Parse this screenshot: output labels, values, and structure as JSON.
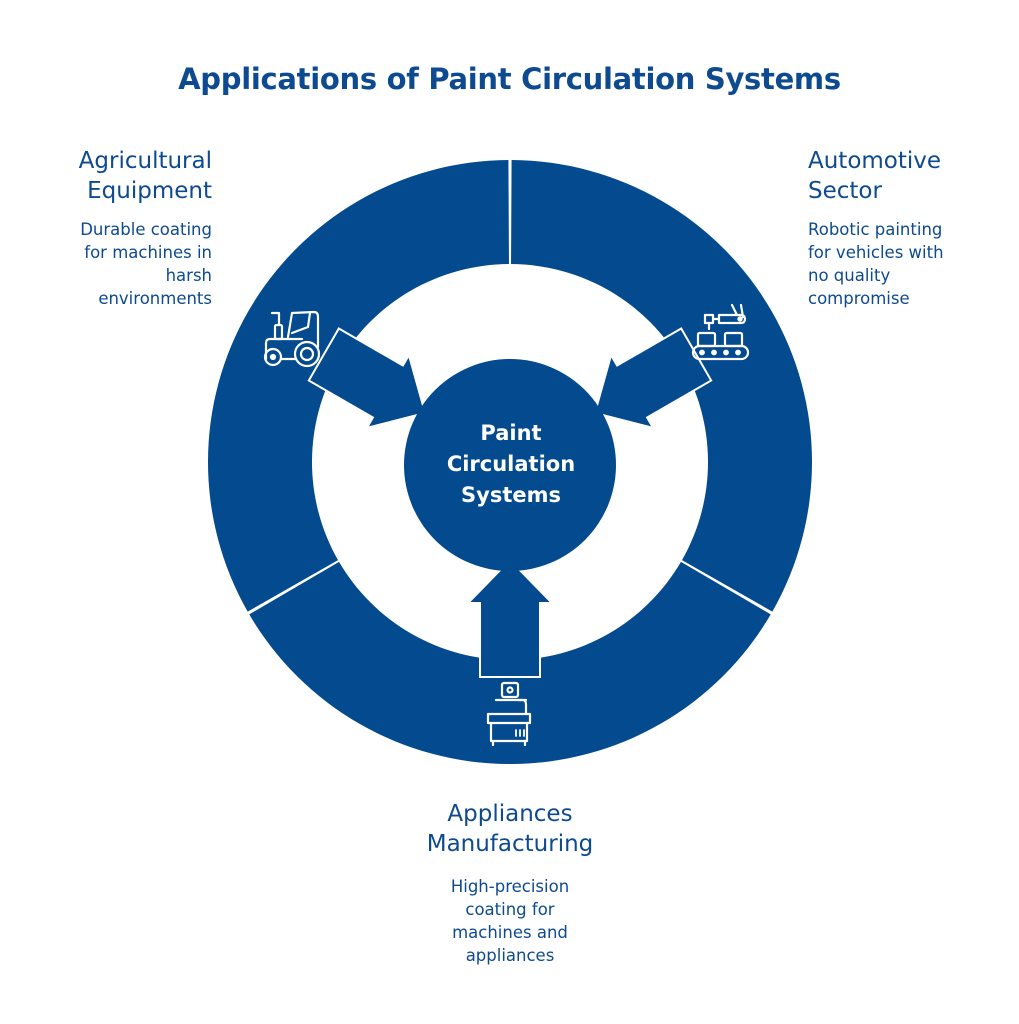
{
  "title": "Applications of Paint Circulation Systems",
  "colors": {
    "primary": "#034a8e",
    "text": "#0d4a8f",
    "background": "#ffffff"
  },
  "center": {
    "label_lines": [
      "Paint",
      "Circulation",
      "Systems"
    ]
  },
  "segments": [
    {
      "id": "agricultural",
      "heading_lines": [
        "Agricultural",
        "Equipment"
      ],
      "description_lines": [
        "Durable coating",
        "for machines in",
        "harsh",
        "environments"
      ],
      "icon": "tractor-icon"
    },
    {
      "id": "automotive",
      "heading_lines": [
        "Automotive",
        "Sector"
      ],
      "description_lines": [
        "Robotic painting",
        "for vehicles with",
        "no quality",
        "compromise"
      ],
      "icon": "robotic-arm-conveyor-icon"
    },
    {
      "id": "appliances",
      "heading_lines": [
        "Appliances",
        "Manufacturing"
      ],
      "description_lines": [
        "High-precision",
        "coating for",
        "machines and",
        "appliances"
      ],
      "icon": "appliance-machine-icon"
    }
  ]
}
